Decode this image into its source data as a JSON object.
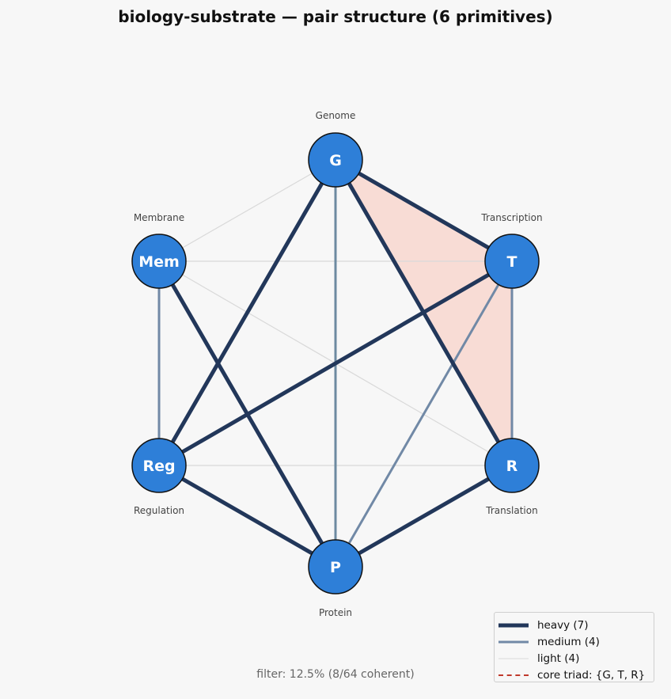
{
  "title": "biology-substrate — pair structure  (6 primitives)",
  "footer": "filter: 12.5%  (8/64 coherent)",
  "colors": {
    "background": "#f7f7f7",
    "node_fill": "#2e7fd8",
    "node_stroke": "#111111",
    "heavy": "#22375a",
    "medium": "#7189a6",
    "medium_alt": "#6d8aa0",
    "light": "#d9d9d9",
    "core_fill": "#f8dcd5",
    "core_stroke": "#c0392b"
  },
  "nodes": [
    {
      "id": "G",
      "abbr": "G",
      "label": "Genome"
    },
    {
      "id": "T",
      "abbr": "T",
      "label": "Transcription"
    },
    {
      "id": "R",
      "abbr": "R",
      "label": "Translation"
    },
    {
      "id": "P",
      "abbr": "P",
      "label": "Protein"
    },
    {
      "id": "Reg",
      "abbr": "Reg",
      "label": "Regulation"
    },
    {
      "id": "Mem",
      "abbr": "Mem",
      "label": "Membrane"
    }
  ],
  "edges": [
    {
      "from": "G",
      "to": "T",
      "weight": "heavy"
    },
    {
      "from": "G",
      "to": "R",
      "weight": "heavy"
    },
    {
      "from": "G",
      "to": "Reg",
      "weight": "heavy"
    },
    {
      "from": "T",
      "to": "Reg",
      "weight": "heavy"
    },
    {
      "from": "R",
      "to": "P",
      "weight": "heavy"
    },
    {
      "from": "P",
      "to": "Reg",
      "weight": "heavy"
    },
    {
      "from": "P",
      "to": "Mem",
      "weight": "heavy"
    },
    {
      "from": "G",
      "to": "P",
      "weight": "medium"
    },
    {
      "from": "T",
      "to": "R",
      "weight": "medium"
    },
    {
      "from": "T",
      "to": "P",
      "weight": "medium"
    },
    {
      "from": "Reg",
      "to": "Mem",
      "weight": "medium"
    },
    {
      "from": "G",
      "to": "Mem",
      "weight": "light"
    },
    {
      "from": "T",
      "to": "Mem",
      "weight": "light"
    },
    {
      "from": "R",
      "to": "Mem",
      "weight": "light"
    },
    {
      "from": "R",
      "to": "Reg",
      "weight": "light"
    }
  ],
  "core_triad": [
    "G",
    "T",
    "R"
  ],
  "legend": [
    {
      "key": "heavy",
      "label": "heavy (7)"
    },
    {
      "key": "medium",
      "label": "medium (4)"
    },
    {
      "key": "light",
      "label": "light (4)"
    },
    {
      "key": "core",
      "label": "core triad: {G, T, R}"
    }
  ]
}
